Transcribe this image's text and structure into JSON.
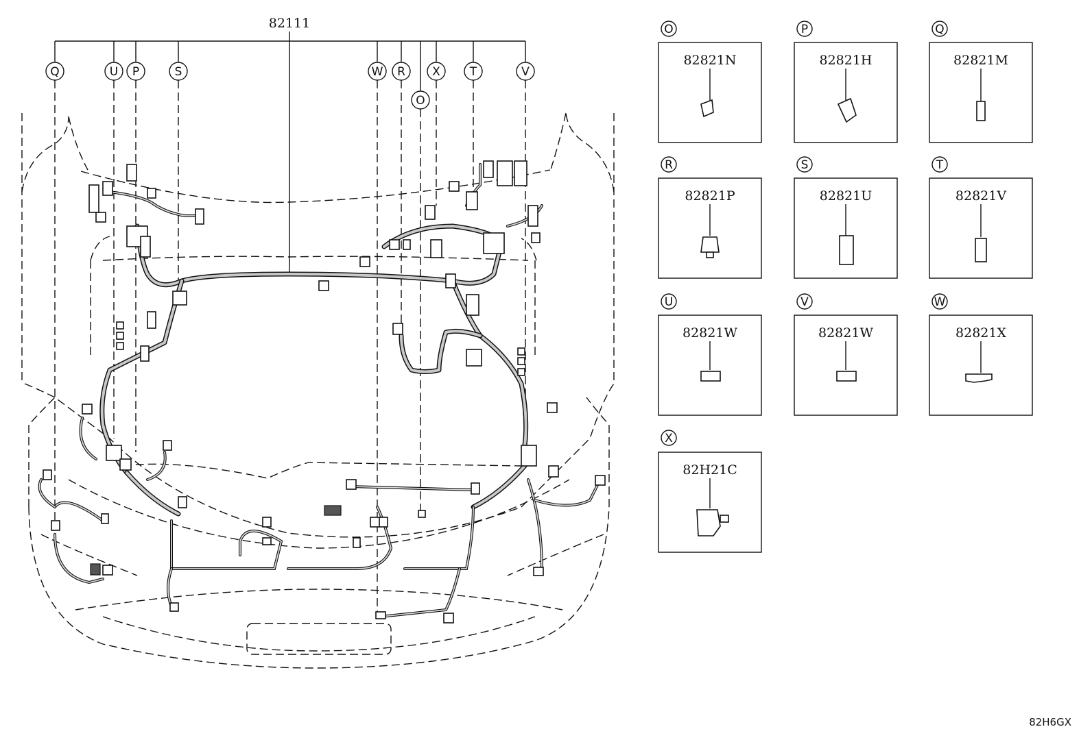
{
  "main_part": {
    "number": "82111"
  },
  "callouts": [
    {
      "letter": "Q"
    },
    {
      "letter": "U"
    },
    {
      "letter": "P"
    },
    {
      "letter": "S"
    },
    {
      "letter": "W"
    },
    {
      "letter": "R"
    },
    {
      "letter": "O"
    },
    {
      "letter": "X"
    },
    {
      "letter": "T"
    },
    {
      "letter": "V"
    }
  ],
  "connector_boxes": [
    {
      "letter": "O",
      "part": "82821N"
    },
    {
      "letter": "P",
      "part": "82821H"
    },
    {
      "letter": "Q",
      "part": "82821M"
    },
    {
      "letter": "R",
      "part": "82821P"
    },
    {
      "letter": "S",
      "part": "82821U"
    },
    {
      "letter": "T",
      "part": "82821V"
    },
    {
      "letter": "U",
      "part": "82821W"
    },
    {
      "letter": "V",
      "part": "82821W"
    },
    {
      "letter": "W",
      "part": "82821X"
    },
    {
      "letter": "X",
      "part": "82H21C"
    }
  ],
  "diagram_code": "82H6GX"
}
